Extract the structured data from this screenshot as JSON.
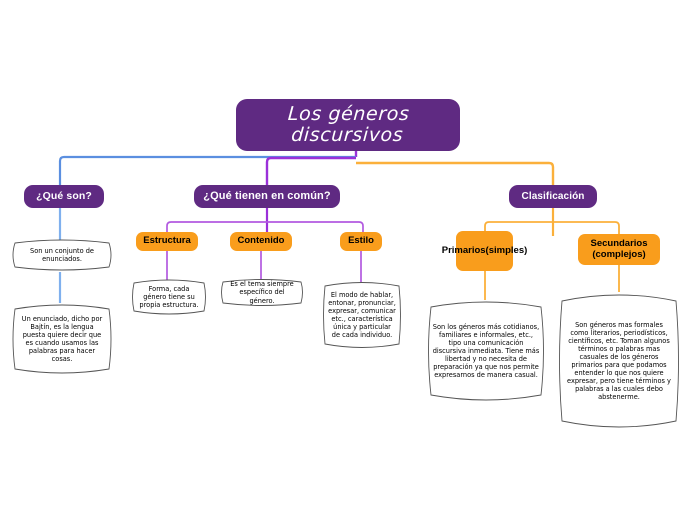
{
  "diagram": {
    "title": "Mapa conceptual: Los géneros discursivos",
    "root": {
      "label": "Los géneros discursivos",
      "color": "#5f2a82"
    },
    "colors": {
      "node_purple": "#5f2a82",
      "node_orange": "#f99d1c",
      "branch_blue": "#5b8fe0",
      "branch_purple": "#9b30d9",
      "branch_orange": "#fbb03b",
      "leaf_outline": "#555555",
      "background": "#ffffff"
    },
    "branches": [
      {
        "id": "que-son",
        "label": "¿Qué son?",
        "connector_color": "#5b8fe0",
        "children": [],
        "leaves": [
          {
            "id": "enunciados",
            "text": "Son un conjunto de enunciados."
          },
          {
            "id": "bajtin",
            "text": "Un enunciado, dicho por Bajtín, es la lengua puesta quiere decir que es cuando usamos las palabras para hacer cosas."
          }
        ]
      },
      {
        "id": "que-tienen-en-comun",
        "label": "¿Qué tienen en común?",
        "connector_color": "#9b30d9",
        "children": [
          {
            "id": "estructura",
            "label": "Estructura",
            "leaf": {
              "id": "forma",
              "text": "Forma, cada género tiene su propia estructura."
            }
          },
          {
            "id": "contenido",
            "label": "Contenido",
            "leaf": {
              "id": "tema",
              "text": "Es el tema siempre específico del género."
            }
          },
          {
            "id": "estilo",
            "label": "Estilo",
            "leaf": {
              "id": "modo",
              "text": "El modo de hablar, entonar, pronunciar, expresar, comunicar etc., característica única y particular de cada individuo."
            }
          }
        ]
      },
      {
        "id": "clasificacion",
        "label": "Clasificación",
        "connector_color": "#fbb03b",
        "children": [
          {
            "id": "primarios",
            "label": "Primarios(simples)",
            "leaf": {
              "id": "cotidianos",
              "text": "Son los géneros más cotidianos, familiares e informales, etc., tipo una comunicación discursiva inmediata. Tiene más libertad y no necesita de preparación ya que nos permite expresarnos de manera casual."
            }
          },
          {
            "id": "secundarios",
            "label": "Secundarios (complejos)",
            "leaf": {
              "id": "formales",
              "text": "Son géneros mas formales como literarios, periodísticos, científicos, etc. Toman algunos términos o palabras mas casuales de los géneros primarios para que podamos entender lo que nos quiere expresar, pero tiene términos y palabras a las cuales debo abstenerme."
            }
          }
        ]
      }
    ]
  }
}
